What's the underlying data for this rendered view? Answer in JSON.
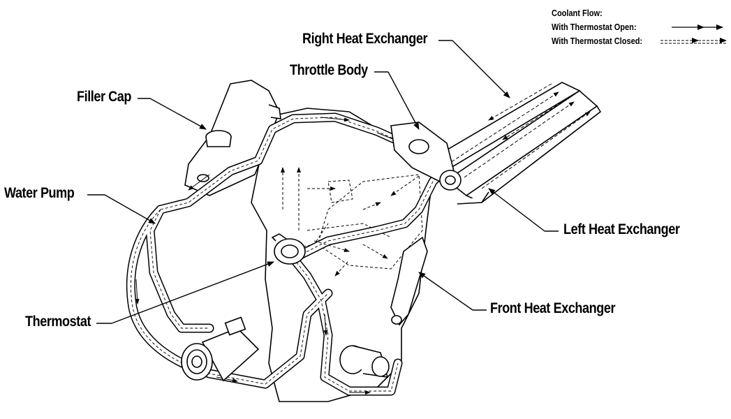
{
  "legend": {
    "title": "Coolant Flow:",
    "open_label": "With Thermostat Open:",
    "closed_label": "With Thermostat Closed:"
  },
  "labels": {
    "right_heat_exchanger": "Right Heat Exchanger",
    "throttle_body": "Throttle Body",
    "filler_cap": "Filler Cap",
    "water_pump": "Water Pump",
    "left_heat_exchanger": "Left Heat Exchanger",
    "thermostat": "Thermostat",
    "front_heat_exchanger": "Front Heat Exchanger"
  }
}
